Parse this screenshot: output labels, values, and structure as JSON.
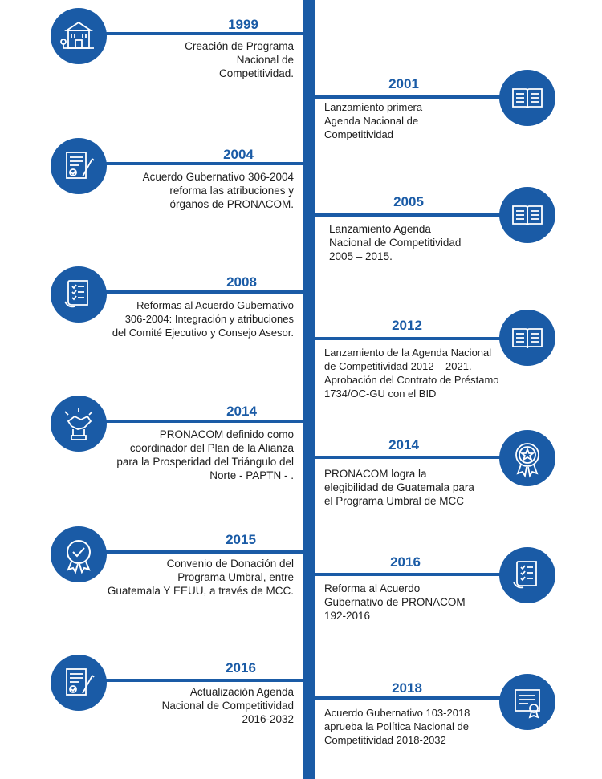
{
  "colors": {
    "accent": "#1a5ba6"
  },
  "events_left": [
    {
      "year": "1999",
      "text": "Creación de Programa\nNacional de\nCompetitividad.",
      "icon": "building-icon"
    },
    {
      "year": "2004",
      "text": "Acuerdo Gubernativo 306-2004\nreforma las atribuciones y\nórganos de PRONACOM.",
      "icon": "signed-document-icon"
    },
    {
      "year": "2008",
      "text": "Reformas al Acuerdo Gubernativo\n306-2004: Integración y atribuciones\ndel Comité Ejecutivo y Consejo Asesor.",
      "icon": "checklist-scroll-icon"
    },
    {
      "year": "2014",
      "text": "PRONACOM definido como\ncoordinador del Plan de la Alianza\npara la Prosperidad del Triángulo del\nNorte - PAPTN - .",
      "icon": "handshake-icon"
    },
    {
      "year": "2015",
      "text": "Convenio de Donación del\nPrograma Umbral, entre\nGuatemala Y EEUU, a través de MCC.",
      "icon": "check-badge-icon"
    },
    {
      "year": "2016",
      "text": "Actualización Agenda\nNacional de Competitividad\n2016-2032",
      "icon": "signed-document-icon"
    }
  ],
  "events_right": [
    {
      "year": "2001",
      "text": "Lanzamiento primera\nAgenda Nacional de\nCompetitividad",
      "icon": "open-book-icon"
    },
    {
      "year": "2005",
      "text": "Lanzamiento Agenda\nNacional de Competitividad\n2005 – 2015.",
      "icon": "open-book-icon"
    },
    {
      "year": "2012",
      "text": "Lanzamiento de la Agenda Nacional\nde Competitividad 2012 – 2021.\nAprobación del Contrato de Préstamo\n1734/OC-GU con el BID",
      "icon": "open-book-icon"
    },
    {
      "year": "2014",
      "text": "PRONACOM logra la\nelegibilidad de Guatemala para\nel Programa Umbral de MCC",
      "icon": "star-medal-icon"
    },
    {
      "year": "2016",
      "text": "Reforma al Acuerdo\nGubernativo de PRONACOM\n192-2016",
      "icon": "checklist-scroll-icon"
    },
    {
      "year": "2018",
      "text": "Acuerdo Gubernativo 103-2018\naprueba la Política Nacional de\nCompetitividad 2018-2032",
      "icon": "certificate-icon"
    }
  ]
}
